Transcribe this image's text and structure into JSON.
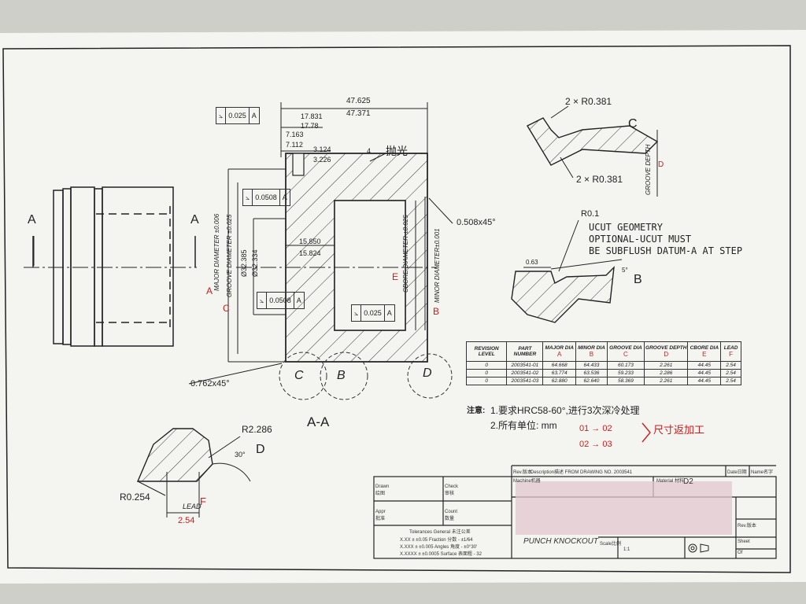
{
  "fcf": {
    "top": {
      "tol": "0.025",
      "datum": "A"
    },
    "left": {
      "tol": "0.0508",
      "datum": "A"
    },
    "mid": {
      "tol": "0.0508",
      "datum": "A"
    },
    "right": {
      "tol": "0.025",
      "datum": "A"
    }
  },
  "dims": {
    "d47625": "47.625",
    "d47371": "47.371",
    "d17831": "17.831",
    "d1778": "17.78",
    "d7163": "7.163",
    "d7112": "7.112",
    "d3124": "3.124",
    "d3226": "3.226",
    "d15850": "15.850",
    "d15824": "15.824",
    "d32385": "Ø32.385",
    "d32334": "Ø32.334",
    "polish_num": "4",
    "polish": "抛光",
    "chamfer_right": "0.508x45°",
    "chamfer_left": "0.762x45°",
    "major_dia": "MAJOR DIAMETER ±0.006",
    "groove_dia": "GROOVE DIAMETER ±0.025",
    "cbore_dia": "CBORE DIAMETER ±0.025",
    "minor_dia": "MINOR DIAMETER±0.001"
  },
  "labels": {
    "A_left": "A",
    "A_right": "A",
    "section": "A-A",
    "detail_c": "C",
    "detail_b": "B",
    "detail_d": "D",
    "red_A": "A",
    "red_C": "C",
    "red_E": "E",
    "red_B": "B"
  },
  "detail_c_view": {
    "r_top": "2 × R0.381",
    "r_bottom": "2 × R0.381",
    "letter": "C",
    "groove_depth": "GROOVE DEPTH",
    "red_D": "D"
  },
  "detail_b_view": {
    "r01": "R0.1",
    "note1": "UCUT GEOMETRY",
    "note2": "OPTIONAL-UCUT MUST",
    "note3": "BE SUBFLUSH DATUM-A AT STEP",
    "d063": "0.63",
    "angle": "5°",
    "letter": "B"
  },
  "detail_d_view": {
    "r2286": "R2.286",
    "angle": "30°",
    "letter": "D",
    "r0254": "R0.254",
    "lead": "LEAD",
    "red_F": "F",
    "red_val": "2.54"
  },
  "rev_table": {
    "headers": [
      {
        "text": "REVISION LEVEL",
        "tag": ""
      },
      {
        "text": "PART NUMBER",
        "tag": ""
      },
      {
        "text": "MAJOR DIA",
        "tag": "A"
      },
      {
        "text": "MINOR DIA",
        "tag": "B"
      },
      {
        "text": "GROOVE DIA",
        "tag": "C"
      },
      {
        "text": "GROOVE DEPTH",
        "tag": "D"
      },
      {
        "text": "CBORE DIA",
        "tag": "E"
      },
      {
        "text": "LEAD",
        "tag": "F"
      }
    ],
    "rows": [
      [
        "0",
        "2003541-01",
        "64.668",
        "64.433",
        "60.173",
        "2.261",
        "44.45",
        "2.54"
      ],
      [
        "0",
        "2003541-02",
        "63.774",
        "63.536",
        "59.233",
        "2.286",
        "44.45",
        "2.54"
      ],
      [
        "0",
        "2003541-03",
        "62.880",
        "62.640",
        "58.369",
        "2.261",
        "44.45",
        "2.54"
      ]
    ]
  },
  "notes": {
    "label": "注意:",
    "n1": "1.要求HRC58-60°,进行3次深冷处理",
    "n2": "2.所有单位: mm"
  },
  "handwritten": {
    "line1": "01 → 02",
    "line2": "02 → 03",
    "text": "尺寸返加工"
  },
  "title_block": {
    "rev": "Rev.版本",
    "description": "Description描述 FROM DRAWING NO. 2003541",
    "date": "Date日期",
    "name": "Name名字",
    "machine": "Machine机器",
    "material": "Material 材料",
    "material_val": "D2",
    "drawn": "Drawn 绘图",
    "check": "Check 审核",
    "appr": "Appr 批准",
    "count": "Count 数量",
    "tol_header": "Tolerances General 未注公差",
    "tol1": "X.XX  ± ±0.05      Fraction 分数 - ±1/64",
    "tol2": "X.XXX  ± ±0.005  Angles 角度 - ±0°30'",
    "tol3": "X.XXXX ± ±0.0005  Surface 表面粗 - 32",
    "title": "PUNCH KNOCKOUT",
    "scale_label": "Scale比例",
    "scale": "1:1",
    "sheet": "Sheet",
    "of": "Of",
    "rev2": "Rev.版本"
  },
  "colors": {
    "paper": "#f4f4f0",
    "ink": "#222222",
    "red": "#c81e1e",
    "wall": "#cfcfc9",
    "redaction": "#e3c8cf"
  }
}
